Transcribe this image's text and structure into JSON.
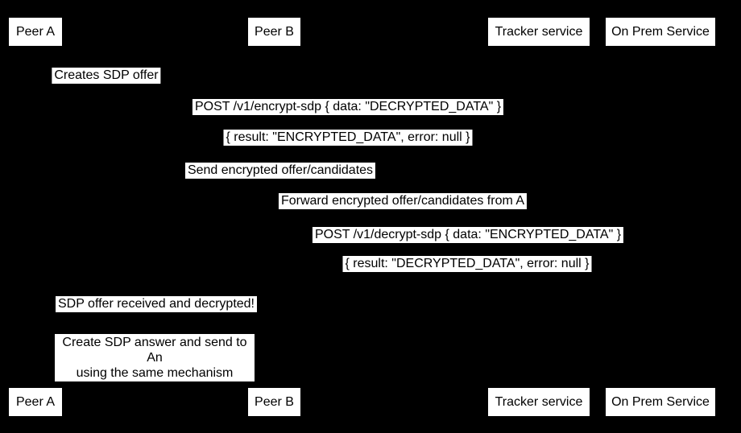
{
  "colors": {
    "background": "#000000",
    "box_background": "#ffffff",
    "text": "#000000"
  },
  "participants": [
    {
      "label": "Peer A"
    },
    {
      "label": "Peer B"
    },
    {
      "label": "Tracker service"
    },
    {
      "label": "On Prem Service"
    }
  ],
  "messages": [
    {
      "text": "Creates SDP offer"
    },
    {
      "text": "POST /v1/encrypt-sdp { data: \"DECRYPTED_DATA\" }"
    },
    {
      "text": "{ result: \"ENCRYPTED_DATA\", error: null }"
    },
    {
      "text": "Send encrypted offer/candidates"
    },
    {
      "text": "Forward encrypted offer/candidates from A"
    },
    {
      "text": "POST /v1/decrypt-sdp { data: \"ENCRYPTED_DATA\" }"
    },
    {
      "text": "{ result: \"DECRYPTED_DATA\", error: null }"
    },
    {
      "text": "SDP offer received and decrypted!"
    }
  ],
  "note": {
    "line1": "Create SDP answer and send to An",
    "line2": "using the same mechanism"
  }
}
